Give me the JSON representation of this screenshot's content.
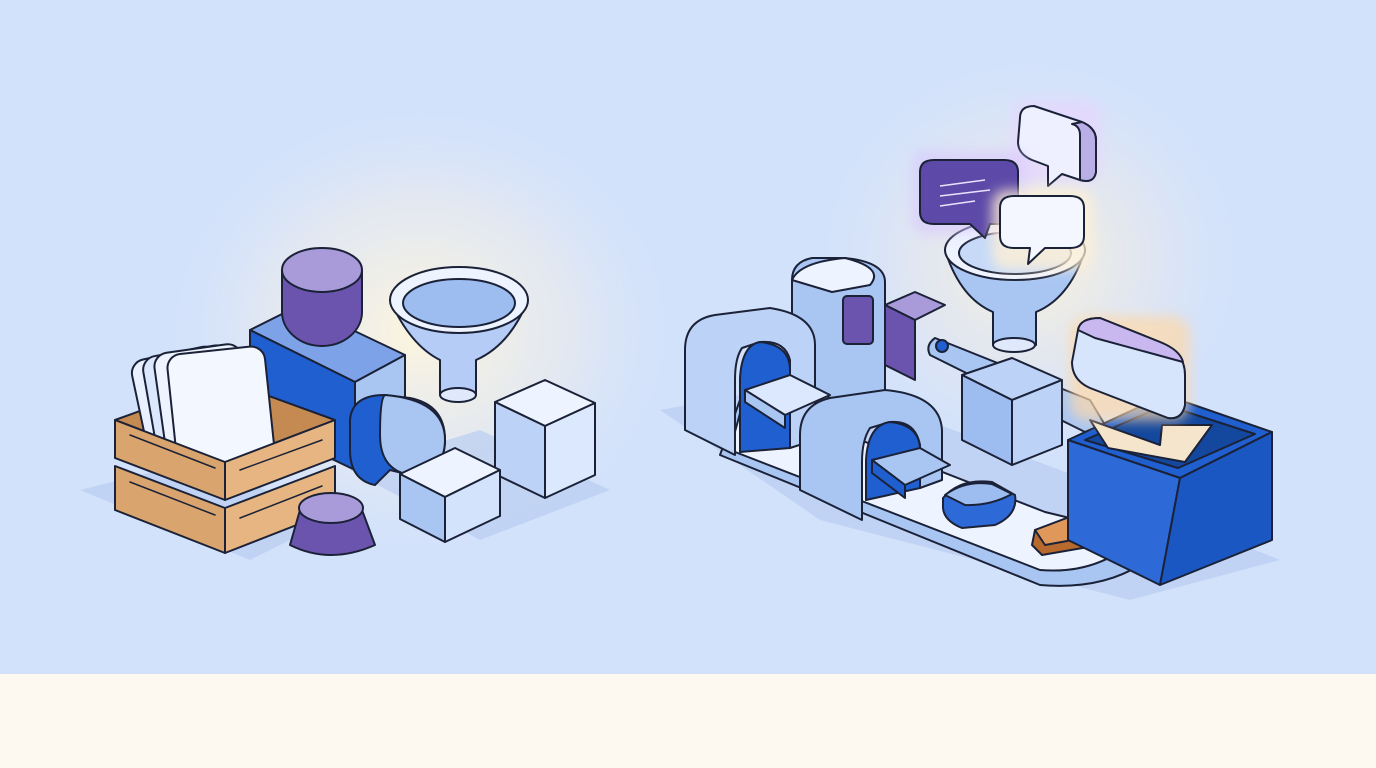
{
  "colors": {
    "sky": "#d3e2fb",
    "floor": "#fdf9f1",
    "outline": "#1b2238",
    "royal_blue": "#1f5fcf",
    "light_blue": "#a9c6f3",
    "pale_blue": "#e6efff",
    "purple": "#6a54ad",
    "lavender": "#a99ad9",
    "wood": "#d9a46d",
    "wood_dark": "#b97c43",
    "orange": "#e0985a",
    "glow": "#fff3cf"
  },
  "left_group": {
    "objects": [
      "wooden-crate",
      "card-stack",
      "purple-cylinder",
      "blue-block",
      "funnel",
      "half-pipe",
      "cube",
      "cube",
      "purple-dome"
    ]
  },
  "right_group": {
    "objects": [
      "conveyor-belt",
      "arch-gate",
      "arch-gate",
      "tower-window",
      "funnel",
      "speech-bubble",
      "speech-bubble",
      "speech-bubble",
      "bin",
      "arrow",
      "sorted-items"
    ]
  }
}
